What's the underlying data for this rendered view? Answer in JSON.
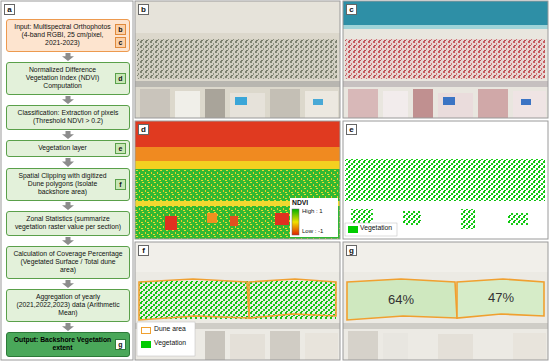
{
  "diagram": {
    "nodes": [
      {
        "text": [
          "Input: Multispectral Orthophotos (4-band RGBI, 25 cm/pixel, 2021-2023)",
          "b",
          "c"
        ]
      },
      {
        "text": [
          "Normalized Difference Vegetation Index (NDVI) Computation",
          "d"
        ]
      },
      {
        "text": [
          "Classification: Extraction of pixels (Threshold NDVI > 0.2)"
        ]
      },
      {
        "text": [
          "Vegetation layer",
          "e"
        ]
      },
      {
        "text": [
          "Spatial Clipping with digitized Dune polygons (Isolate backshore area)",
          "f"
        ]
      },
      {
        "text": [
          "Zonal Statistics (summarize vegetation raster value per section)"
        ]
      },
      {
        "text": [
          "Calculation of Coverage Percentage (Vegetated Surface / Total dune area)"
        ]
      },
      {
        "text": [
          "Aggregation of yearly (2021,2022,2023) data (Arithmetic Mean)"
        ]
      },
      {
        "text": [
          "Output: Backshore Vegetation extent",
          "g"
        ]
      }
    ],
    "edges": [
      {
        "from": 0,
        "to": 1,
        "arrow": "to"
      },
      {
        "from": 1,
        "to": 2,
        "arrow": "to"
      },
      {
        "from": 2,
        "to": 3,
        "arrow": "to"
      },
      {
        "from": 3,
        "to": 4,
        "arrow": "to"
      },
      {
        "from": 4,
        "to": 5,
        "arrow": "to"
      },
      {
        "from": 5,
        "to": 6,
        "arrow": "to"
      },
      {
        "from": 6,
        "to": 7,
        "arrow": "to"
      },
      {
        "from": 7,
        "to": 8,
        "arrow": "to"
      }
    ],
    "labels": [
      "a",
      "b",
      "c",
      "d",
      "e",
      "f",
      "g",
      "NDVI",
      "High : 1",
      "Low : -1",
      "64%",
      "47%"
    ],
    "legend": [
      {
        "text": "Vegetation",
        "color": "#00cc00"
      },
      {
        "text": "Dune area"
      },
      {
        "text": "Vegetation",
        "color": "#00cc00"
      }
    ]
  }
}
